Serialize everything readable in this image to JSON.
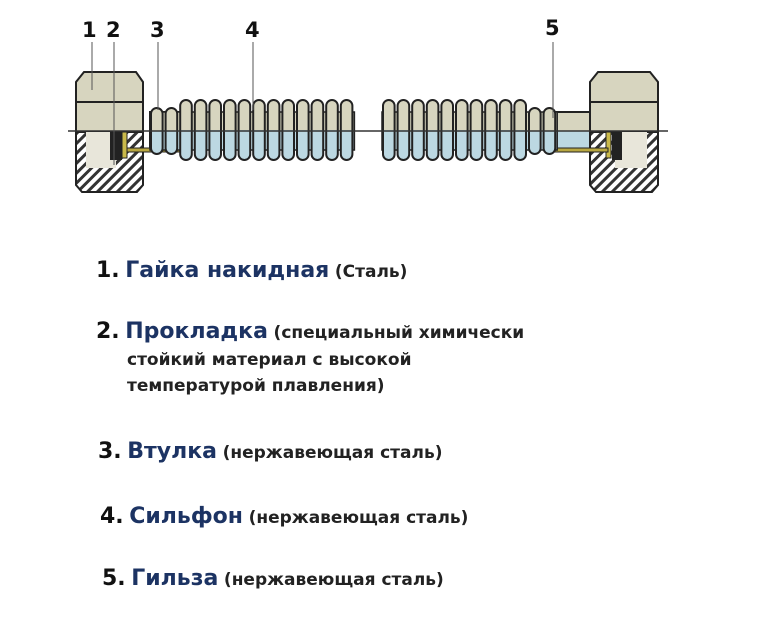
{
  "diagram": {
    "callouts": [
      "1",
      "2",
      "3",
      "4",
      "5"
    ],
    "colors": {
      "metal": "#d7d5bf",
      "inner": "#bcd8e2",
      "outline": "#222222",
      "name": "#1c3363"
    }
  },
  "legend": [
    {
      "num": "1.",
      "name": "Гайка накидная",
      "note": "(Сталь)"
    },
    {
      "num": "2.",
      "name": "Прокладка",
      "note": "(специальный химически",
      "note2": "стойкий материал с высокой",
      "note3": "температурой плавления)"
    },
    {
      "num": "3.",
      "name": "Втулка",
      "note": "(нержавеющая сталь)"
    },
    {
      "num": "4.",
      "name": "Сильфон",
      "note": "(нержавеющая сталь)"
    },
    {
      "num": "5.",
      "name": "Гильза",
      "note": "(нержавеющая сталь)"
    }
  ]
}
